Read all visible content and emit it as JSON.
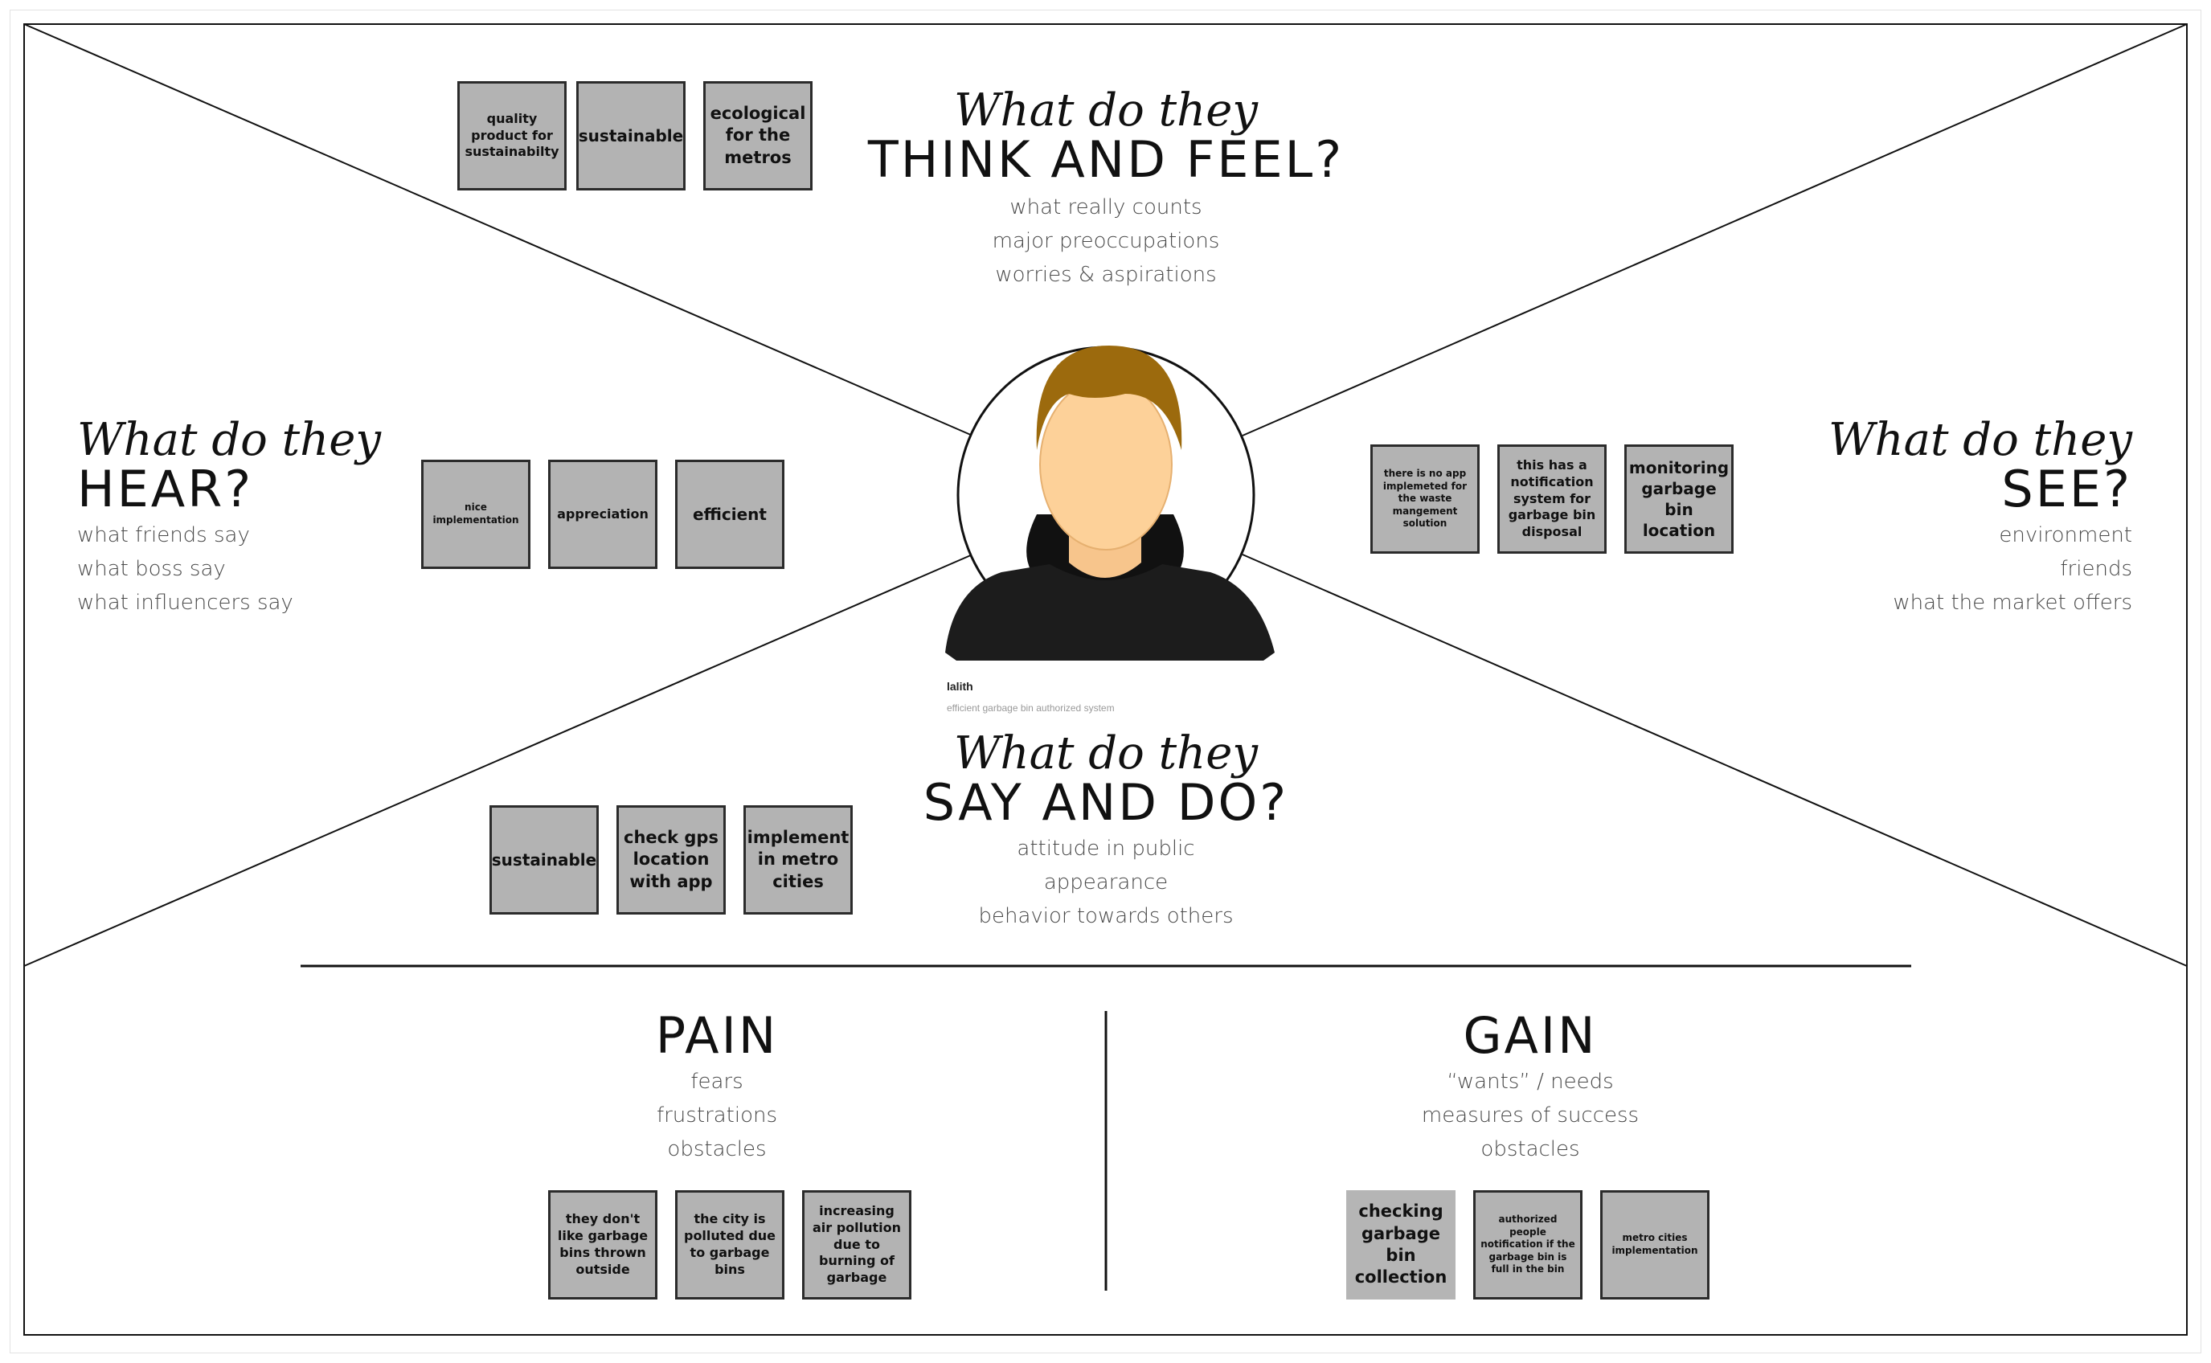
{
  "sections": {
    "think_feel": {
      "script": "What do they",
      "heading": "THINK AND FEEL?",
      "lines": [
        "what really counts",
        "major preoccupations",
        "worries & aspirations"
      ]
    },
    "hear": {
      "script": "What do they",
      "heading": "HEAR?",
      "lines": [
        "what friends say",
        "what boss say",
        "what influencers say"
      ]
    },
    "see": {
      "script": "What do they",
      "heading": "SEE?",
      "lines": [
        "environment",
        "friends",
        "what the market offers"
      ]
    },
    "say_do": {
      "script": "What do they",
      "heading": "SAY AND DO?",
      "lines": [
        "attitude in public",
        "appearance",
        "behavior towards others"
      ]
    },
    "pain": {
      "heading": "PAIN",
      "lines": [
        "fears",
        "frustrations",
        "obstacles"
      ]
    },
    "gain": {
      "heading": "GAIN",
      "lines": [
        "“wants” / needs",
        "measures of success",
        "obstacles"
      ]
    }
  },
  "persona": {
    "name": "lalith",
    "description": "efficient garbage bin authorized system"
  },
  "notes": {
    "think_feel": [
      "quality product for sustainabilty",
      "sustainable",
      "ecological for the metros"
    ],
    "hear": [
      "nice implementation",
      "appreciation",
      "efficient"
    ],
    "see": [
      "there is no app implemeted for the waste mangement solution",
      "this has a notification system for garbage bin disposal",
      "monitoring garbage bin location"
    ],
    "say_do": [
      "sustainable",
      "check gps location with app",
      "implement in metro cities"
    ],
    "pain": [
      "they don't like garbage bins thrown outside",
      "the city is polluted due to garbage bins",
      "increasing air pollution due to burning of garbage"
    ],
    "gain": [
      "checking garbage bin collection",
      "authorized people notification if the garbage bin is full in the bin",
      "metro cities implementation"
    ]
  },
  "colors": {
    "note_fill": "#b3b3b3",
    "note_border": "#2b2b2b",
    "hair": "#9c6a0d",
    "skin": "#fdd199",
    "shirt": "#1a1a1a"
  }
}
